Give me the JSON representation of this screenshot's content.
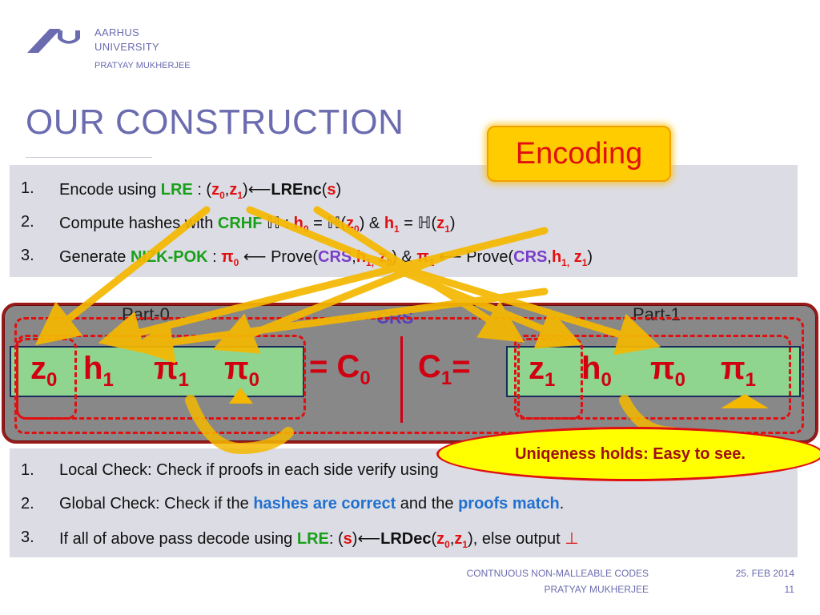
{
  "header": {
    "org_line1": "AARHUS",
    "org_line2": "UNIVERSITY",
    "author": "PRATYAY MUKHERJEE"
  },
  "slide": {
    "title": "OUR CONSTRUCTION",
    "callout": "Encoding"
  },
  "encoding_steps": {
    "s1": {
      "num": "1.",
      "a": "Encode using ",
      "lre": "LRE",
      "b": " : (",
      "z0": "z",
      "z0s": "0",
      "c": ",",
      "z1": "z",
      "z1s": "1",
      "d": ")⟵",
      "fn": "LREnc",
      "e": "(",
      "s": "s",
      "f": ")"
    },
    "s2": {
      "num": "2.",
      "a": "Compute hashes with ",
      "crhf": "CRHF",
      "b": " ℍ : ",
      "h0": "h",
      "h0s": "0",
      "c": " = ℍ(",
      "z0": "z",
      "z0s": "0",
      "d": ") & ",
      "h1": "h",
      "h1s": "1",
      "e": " = ℍ(",
      "z1": "z",
      "z1s": "1",
      "f": ")"
    },
    "s3": {
      "num": "3.",
      "a": "Generate ",
      "nizk": "NIZK-POK",
      "b": " : ",
      "pi0": "π",
      "pi0s": "0",
      "c": " ⟵ ",
      "prove1": "Prove",
      "d": "(",
      "crs1": "CRS",
      "e": ",",
      "h1": "h",
      "h1s": "1,",
      "z0": " z",
      "z0s": "0",
      "f": ") & ",
      "pi1": "π",
      "pi1s": "1",
      "g": " ⟵ ",
      "prove2": "Prove",
      "h": "(",
      "crs2": "CRS",
      "i": ",",
      "h0": "h",
      "h0s": "1,",
      "z1": " z",
      "z1s": "1",
      "j": ")"
    }
  },
  "diagram": {
    "part0_label": "Part-0",
    "crs_label": "CRS",
    "part1_label": "Part-1",
    "left_cells": [
      {
        "sym": "z",
        "sub": "0"
      },
      {
        "sym": "h",
        "sub": "1"
      },
      {
        "sym": "π",
        "sub": "1"
      },
      {
        "sym": "π",
        "sub": "0"
      }
    ],
    "c0": {
      "pre": "= C",
      "sub": "0"
    },
    "c1": {
      "pre": "C",
      "sub": "1",
      "post": "="
    },
    "right_cells": [
      {
        "sym": "z",
        "sub": "1"
      },
      {
        "sym": "h",
        "sub": "0"
      },
      {
        "sym": "π",
        "sub": "0"
      },
      {
        "sym": "π",
        "sub": "1"
      }
    ],
    "bubble": "Uniqeness holds: Easy to see."
  },
  "decoding_steps": {
    "s1": {
      "num": "1.",
      "text": "Local Check: Check if proofs in each side verify using"
    },
    "s2": {
      "num": "2.",
      "a": "Global Check: Check if the ",
      "b": "hashes are correct",
      "c": " and the ",
      "d": "proofs match",
      "e": "."
    },
    "s3": {
      "num": "3.",
      "a": "If all of above pass decode using ",
      "lre": "LRE",
      "b": ": (",
      "s": "s",
      "c": ")⟵",
      "fn": "LRDec",
      "d": "(",
      "z0": "z",
      "z0s": "0",
      "e": ",",
      "z1": "z",
      "z1s": "1",
      "f": "), else output ",
      "bot": "⊥"
    }
  },
  "footer": {
    "title_line": "CONTNUOUS NON-MALLEABLE CODES",
    "author_line": "PRATYAY MUKHERJEE",
    "date": "25. FEB 2014",
    "page": "11"
  },
  "colors": {
    "brand": "#6b6bb0",
    "accent_red": "#e01010",
    "accent_green": "#18a018",
    "highlight_yellow": "#ffcc00"
  }
}
